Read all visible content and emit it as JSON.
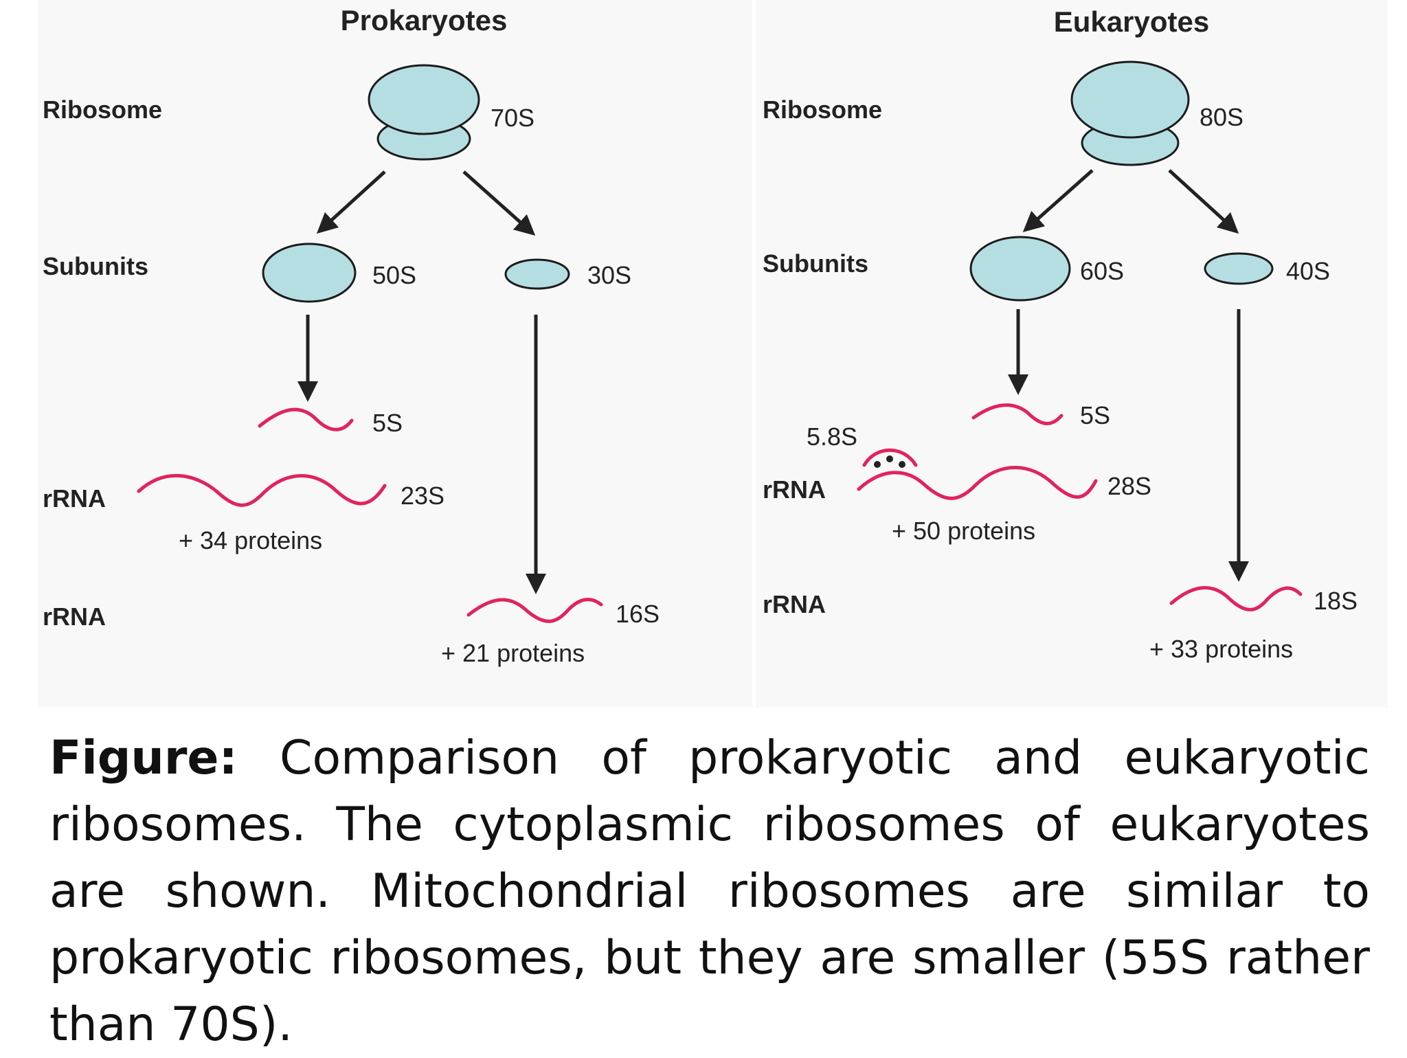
{
  "prokaryotes": {
    "title": "Prokaryotes",
    "row_ribosome": "Ribosome",
    "row_subunits": "Subunits",
    "row_rrna_1": "rRNA",
    "row_rrna_2": "rRNA",
    "ribosome": "70S",
    "large_subunit": "50S",
    "small_subunit": "30S",
    "rrna_5s": "5S",
    "rrna_large": "23S",
    "large_proteins": "+ 34 proteins",
    "rrna_small": "16S",
    "small_proteins": "+ 21 proteins"
  },
  "eukaryotes": {
    "title": "Eukaryotes",
    "row_ribosome": "Ribosome",
    "row_subunits": "Subunits",
    "row_rrna_1": "rRNA",
    "row_rrna_2": "rRNA",
    "ribosome": "80S",
    "large_subunit": "60S",
    "small_subunit": "40S",
    "rrna_5s": "5S",
    "rrna_58s": "5.8S",
    "rrna_large": "28S",
    "large_proteins": "+ 50 proteins",
    "rrna_small": "18S",
    "small_proteins": "+ 33 proteins"
  },
  "caption": {
    "label": "Figure:",
    "text": "Comparison of prokaryotic and eukaryotic ribosomes. The cytoplasmic ribosomes of eukaryotes are shown. Mitochondrial ribosomes are similar to prokaryotic ribosomes, but they are smaller (55S rather than 70S)."
  },
  "colors": {
    "ribosome_fill": "#b5dee3",
    "rrna_stroke": "#e0245e"
  }
}
